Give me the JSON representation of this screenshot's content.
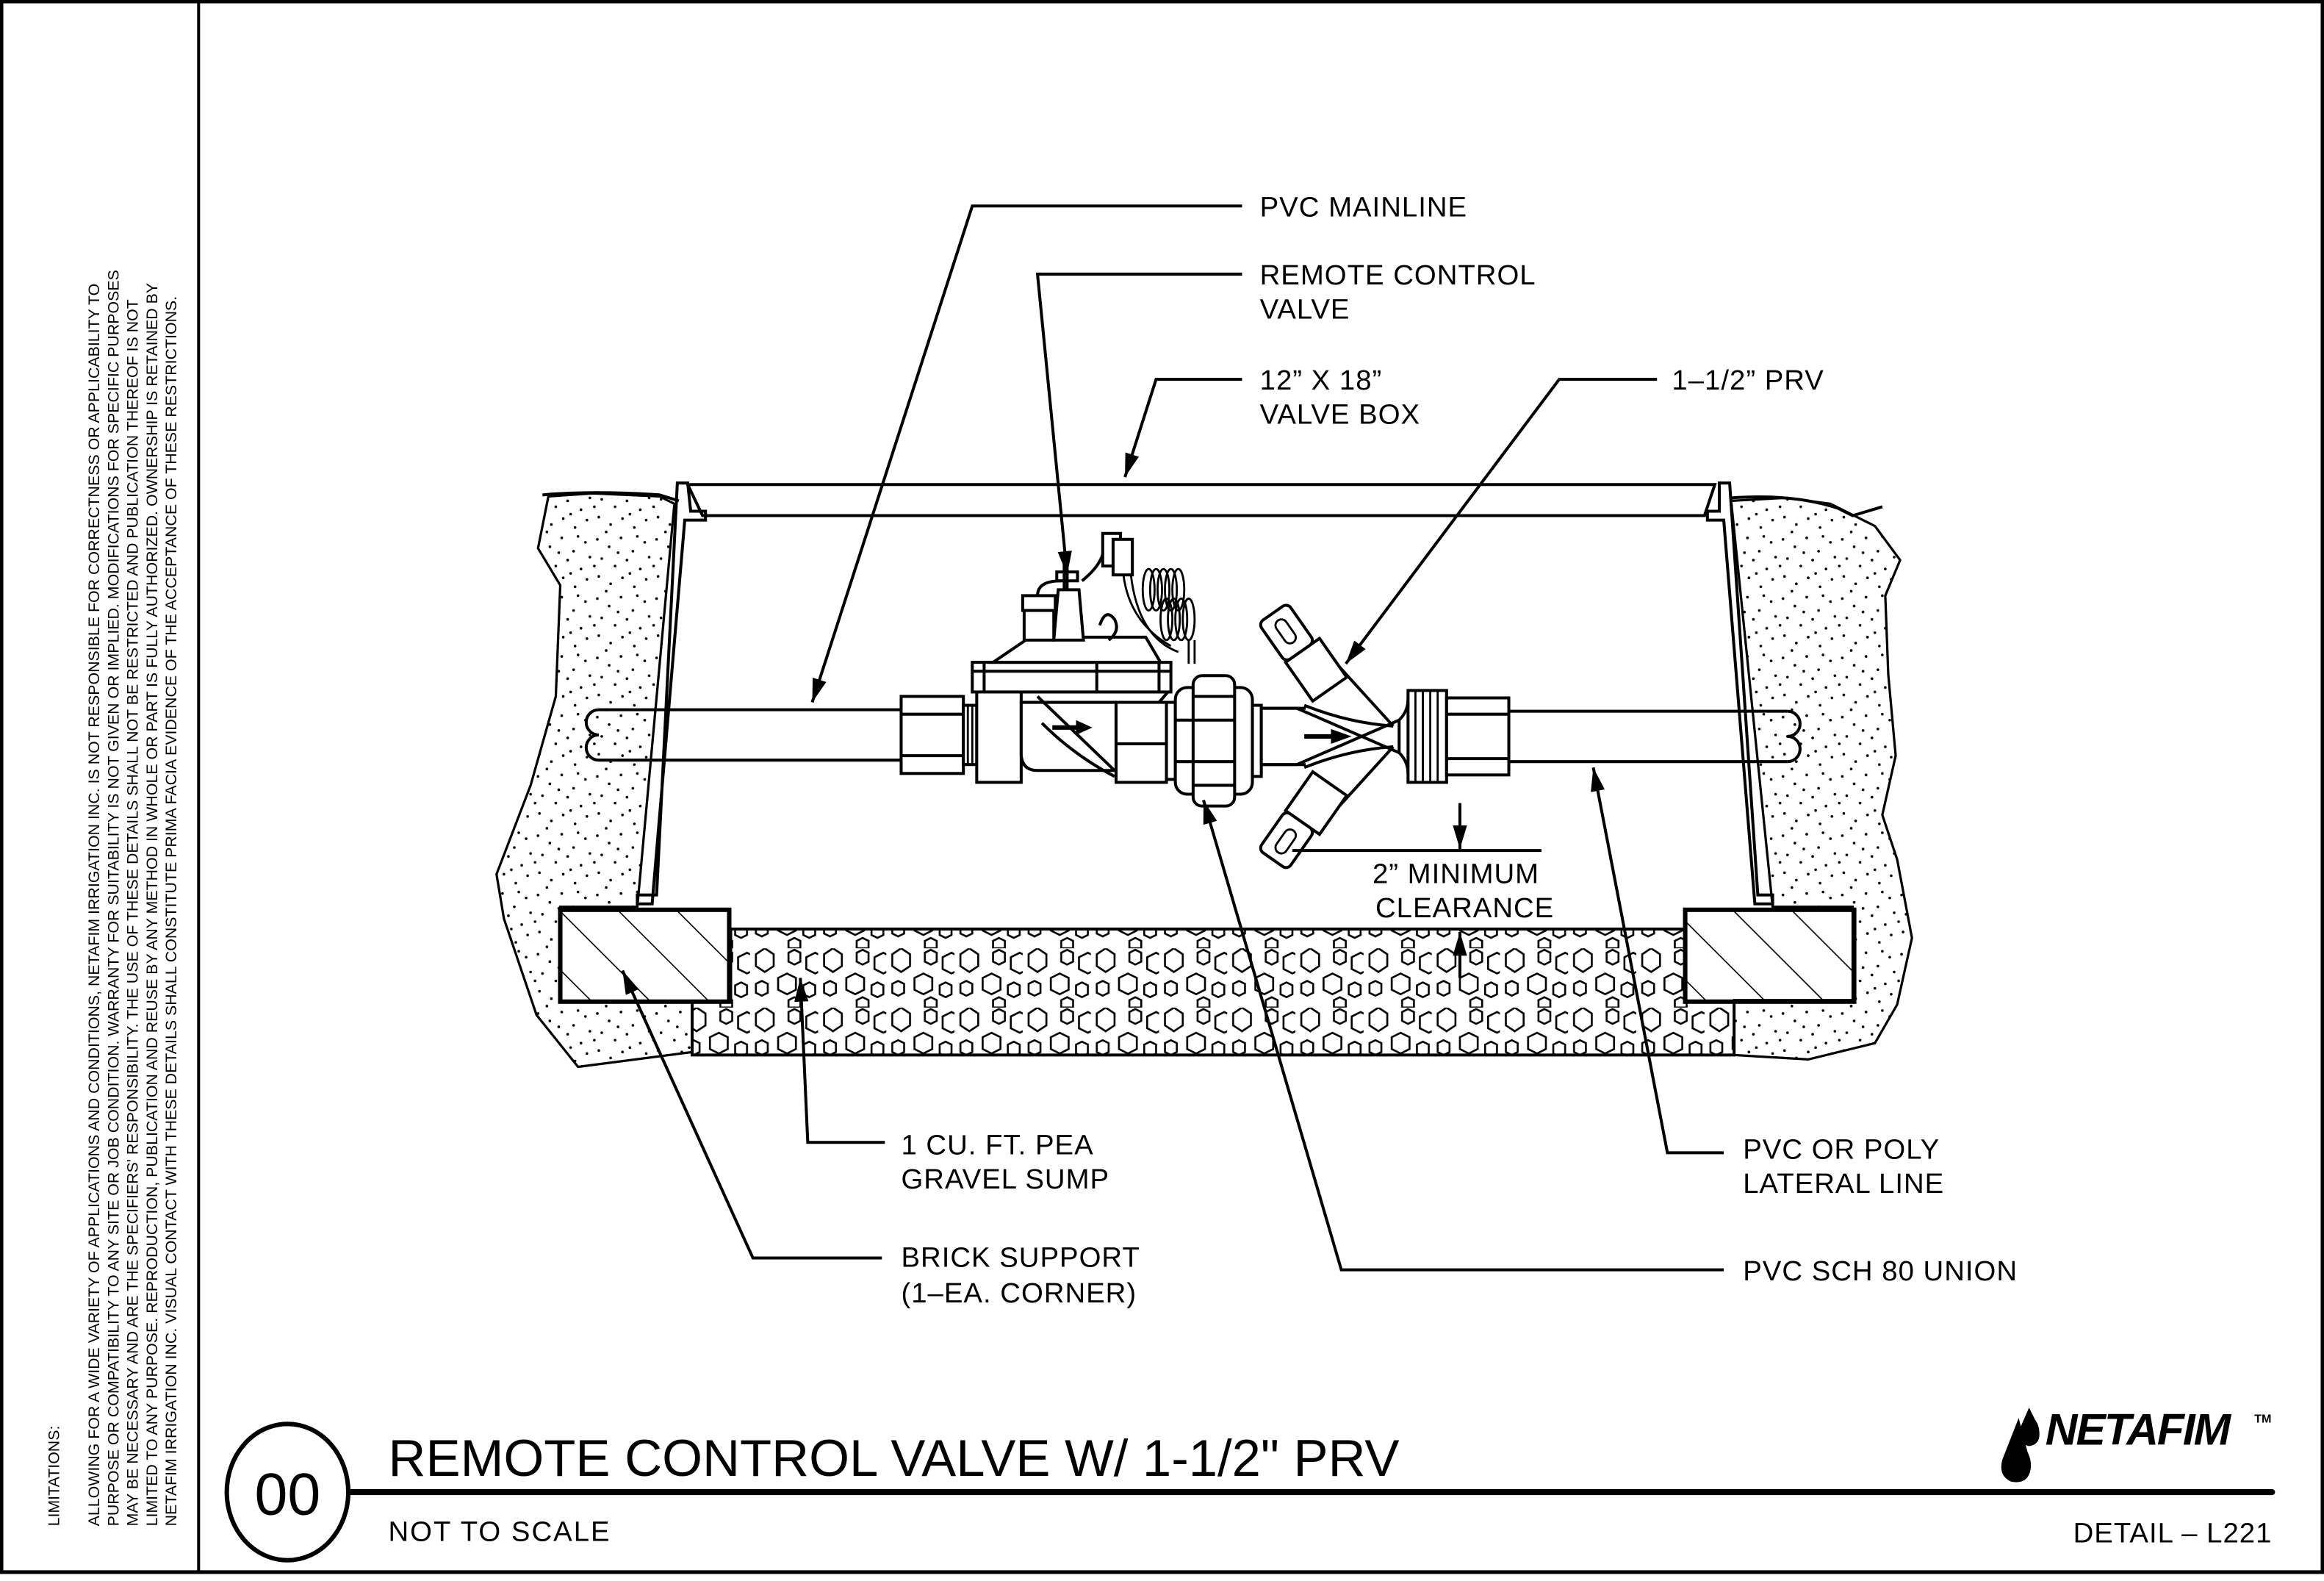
{
  "sheet": {
    "border_color": "#000000",
    "background": "#ffffff"
  },
  "limitations": {
    "heading": "LIMITATIONS:",
    "lines": [
      "ALLOWING FOR A WIDE VARIETY OF APPLICATIONS AND CONDITIONS, NETAFIM IRRIGATION INC. IS NOT RESPONSIBLE FOR CORRECTNESS OR APPLICABILITY TO",
      "PURPOSE OR COMPATIBILITY TO ANY SITE OR JOB CONDITION. WARRANTY FOR SUITABILITY IS NOT GIVEN OR IMPLIED. MODIFICATIONS FOR SPECIFIC PURPOSES",
      "MAY BE NECESSARY AND ARE THE SPECIFIERS' RESPONSIBILITY. THE USE OF THESE DETAILS SHALL NOT BE RESTRICTED AND PUBLICATION THEREOF IS NOT",
      "LIMITED TO ANY PURPOSE.  REPRODUCTION, PUBLICATION AND REUSE BY ANY METHOD IN WHOLE OR PART IS FULLY AUTHORIZED. OWNERSHIP IS RETAINED BY",
      "NETAFIM IRRIGATION INC.  VISUAL CONTACT WITH THESE DETAILS SHALL CONSTITUTE PRIMA FACIA EVIDENCE OF THE ACCEPTANCE OF THESE RESTRICTIONS."
    ]
  },
  "callouts": {
    "pvc_mainline": [
      "PVC  MAINLINE"
    ],
    "remote_control_valve": [
      "REMOTE  CONTROL",
      "VALVE"
    ],
    "valve_box": [
      "12”  X  18”",
      "VALVE  BOX"
    ],
    "prv": [
      "1–1/2”  PRV"
    ],
    "clearance": [
      "2”  MINIMUM",
      "CLEARANCE"
    ],
    "gravel_sump": [
      "1  CU.  FT.  PEA",
      "GRAVEL  SUMP"
    ],
    "brick_support": [
      "BRICK  SUPPORT",
      "(1–EA.  CORNER)"
    ],
    "lateral_line": [
      "PVC  OR  POLY",
      "LATERAL  LINE"
    ],
    "union": [
      "PVC  SCH  80  UNION"
    ]
  },
  "title_block": {
    "detail_number": "00",
    "title": "REMOTE CONTROL VALVE W/ 1-1/2\" PRV",
    "scale_note": "NOT  TO  SCALE",
    "detail_ref": "DETAIL  –  L221",
    "brand": "NETAFIM",
    "trademark": "TM",
    "brand_icon": "water-drop-icon"
  }
}
